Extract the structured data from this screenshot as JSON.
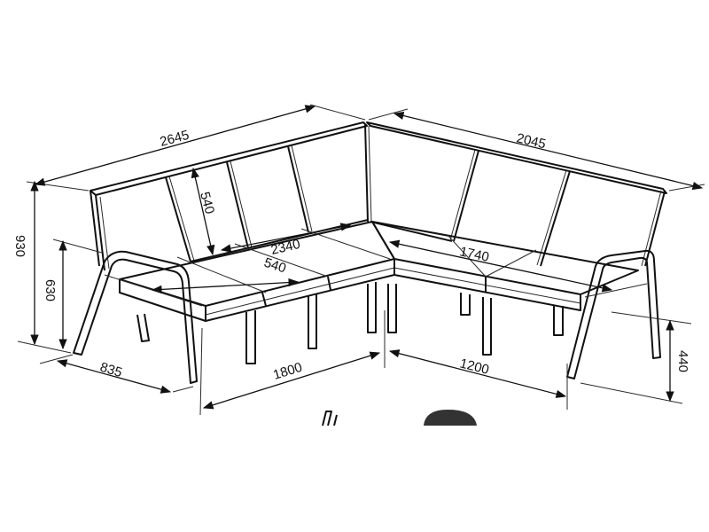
{
  "diagram": {
    "type": "technical-drawing",
    "subject": "L-shaped corner sofa, isometric line drawing with dimensions (mm)",
    "units": "mm",
    "dimensions": {
      "overall_length_left": "2645",
      "overall_length_right": "2045",
      "overall_height": "930",
      "armrest_height": "630",
      "depth": "835",
      "backrest_height": "540",
      "seat_depth": "540",
      "seat_width_left_inner": "2340",
      "seat_width_right_inner": "1740",
      "base_length_left": "1800",
      "base_length_right": "1200",
      "seat_height": "440"
    }
  }
}
